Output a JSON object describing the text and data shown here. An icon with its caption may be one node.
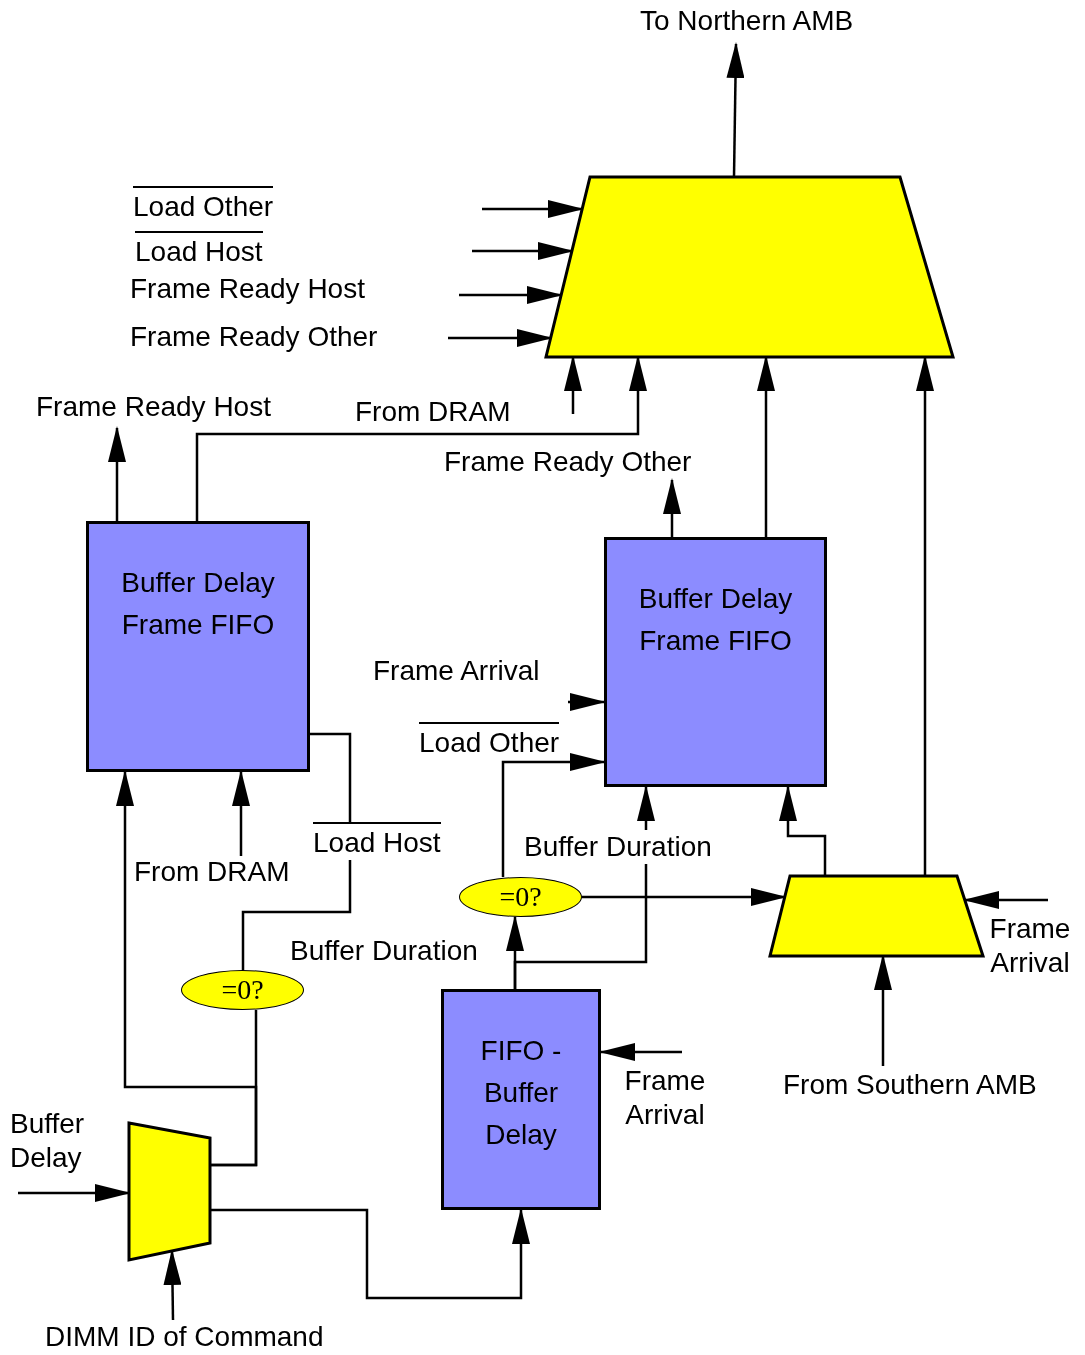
{
  "diagram": {
    "nodes": [
      {
        "text": [],
        "shape": "trapezoid"
      },
      {
        "text": [
          "Buffer Delay Frame FIFO"
        ]
      },
      {
        "text": [
          "Buffer Delay Frame FIFO"
        ]
      },
      {
        "text": [
          "FIFO - Buffer Delay"
        ]
      },
      {
        "text": [],
        "shape": "trapezoid"
      },
      {
        "text": [
          "=0?"
        ]
      },
      {
        "text": [
          "=0?"
        ]
      },
      {
        "text": [],
        "shape": "trapezoid"
      },
      {
        "text": [
          "To Northern AMB"
        ]
      },
      {
        "text": [
          "Frame Ready Host"
        ]
      },
      {
        "text": [
          "Frame Ready Other"
        ]
      },
      {
        "text": [
          "Frame Arrival"
        ]
      },
      {
        "text": [
          "Frame Arrival"
        ]
      },
      {
        "text": [
          "From Southern AMB"
        ]
      },
      {
        "text": [
          "From DRAM"
        ]
      },
      {
        "text": [
          "Frame Arrival"
        ]
      },
      {
        "text": [
          "Buffer Delay"
        ]
      },
      {
        "text": [
          "DIMM ID of Command"
        ]
      }
    ],
    "edges": [
      {
        "from": 0,
        "to": 8,
        "arrow": "to"
      },
      {
        "from": null,
        "to": 0,
        "arrow": "to"
      },
      {
        "from": null,
        "to": 0,
        "arrow": "to"
      },
      {
        "from": null,
        "to": 0,
        "arrow": "to"
      },
      {
        "from": null,
        "to": 0,
        "arrow": "to"
      },
      {
        "from": null,
        "to": 0,
        "arrow": "to"
      },
      {
        "from": 1,
        "to": 0,
        "arrow": "to"
      },
      {
        "from": 2,
        "to": 0,
        "arrow": "to"
      },
      {
        "from": 4,
        "to": 0,
        "arrow": "to"
      },
      {
        "from": 1,
        "to": 9,
        "arrow": "to"
      },
      {
        "from": 2,
        "to": 10,
        "arrow": "to"
      },
      {
        "from": 11,
        "to": 2,
        "arrow": "to"
      },
      {
        "from": 5,
        "to": 2,
        "arrow": "to",
        "label": "Load Other"
      },
      {
        "from": 4,
        "to": 2,
        "arrow": "to"
      },
      {
        "from": 3,
        "to": 2,
        "arrow": "to",
        "label": "Buffer Duration"
      },
      {
        "from": 3,
        "to": 5,
        "arrow": "to",
        "label": "Buffer Duration"
      },
      {
        "from": 5,
        "to": 4,
        "arrow": "to"
      },
      {
        "from": 12,
        "to": 4,
        "arrow": "to"
      },
      {
        "from": 13,
        "to": 4,
        "arrow": "to"
      },
      {
        "from": 6,
        "to": 1,
        "arrow": "none",
        "label": "Load Host"
      },
      {
        "from": 14,
        "to": 1,
        "arrow": "to"
      },
      {
        "from": 7,
        "to": 1,
        "arrow": "to"
      },
      {
        "from": 7,
        "to": 6,
        "arrow": "none"
      },
      {
        "from": 7,
        "to": 3,
        "arrow": "to"
      },
      {
        "from": 15,
        "to": 3,
        "arrow": "to"
      },
      {
        "from": 16,
        "to": 7,
        "arrow": "to"
      },
      {
        "from": 17,
        "to": 7,
        "arrow": "to"
      }
    ],
    "labels": [
      "Load Other",
      "Load Host",
      "Frame Ready Host",
      "Frame Ready Other",
      "From DRAM"
    ]
  }
}
